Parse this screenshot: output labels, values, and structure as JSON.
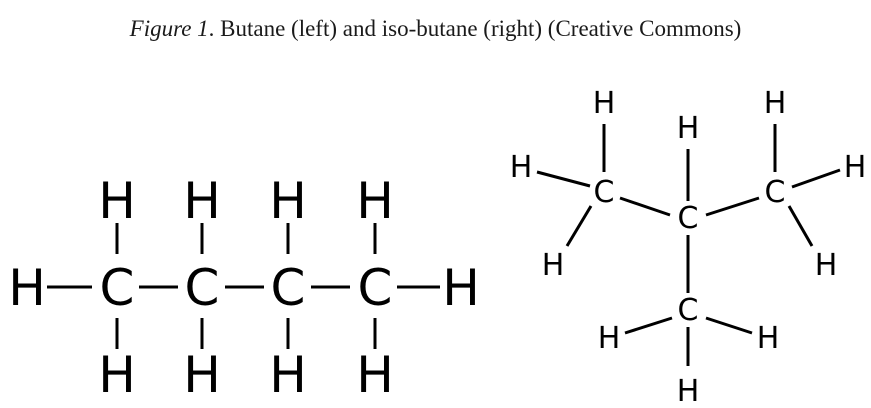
{
  "caption": {
    "figure_label": "Figure 1",
    "text": ". Butane (left) and iso-butane (right) (Creative Commons)"
  },
  "butane": {
    "atoms": [
      {
        "id": "h-left",
        "symbol": "H"
      },
      {
        "id": "c1",
        "symbol": "C"
      },
      {
        "id": "c2",
        "symbol": "C"
      },
      {
        "id": "c3",
        "symbol": "C"
      },
      {
        "id": "c4",
        "symbol": "C"
      },
      {
        "id": "h-right",
        "symbol": "H"
      },
      {
        "id": "h-c1-top",
        "symbol": "H"
      },
      {
        "id": "h-c2-top",
        "symbol": "H"
      },
      {
        "id": "h-c3-top",
        "symbol": "H"
      },
      {
        "id": "h-c4-top",
        "symbol": "H"
      },
      {
        "id": "h-c1-bottom",
        "symbol": "H"
      },
      {
        "id": "h-c2-bottom",
        "symbol": "H"
      },
      {
        "id": "h-c3-bottom",
        "symbol": "H"
      },
      {
        "id": "h-c4-bottom",
        "symbol": "H"
      }
    ]
  },
  "isobutane": {
    "atoms": [
      {
        "id": "c-left",
        "symbol": "C"
      },
      {
        "id": "c-center",
        "symbol": "C"
      },
      {
        "id": "c-right",
        "symbol": "C"
      },
      {
        "id": "c-bottom",
        "symbol": "C"
      },
      {
        "id": "h-left-top",
        "symbol": "H"
      },
      {
        "id": "h-left-side",
        "symbol": "H"
      },
      {
        "id": "h-left-low",
        "symbol": "H"
      },
      {
        "id": "h-center-top",
        "symbol": "H"
      },
      {
        "id": "h-right-top",
        "symbol": "H"
      },
      {
        "id": "h-right-side",
        "symbol": "H"
      },
      {
        "id": "h-right-low",
        "symbol": "H"
      },
      {
        "id": "h-bottom-left",
        "symbol": "H"
      },
      {
        "id": "h-bottom-right",
        "symbol": "H"
      },
      {
        "id": "h-bottom-low",
        "symbol": "H"
      }
    ]
  }
}
